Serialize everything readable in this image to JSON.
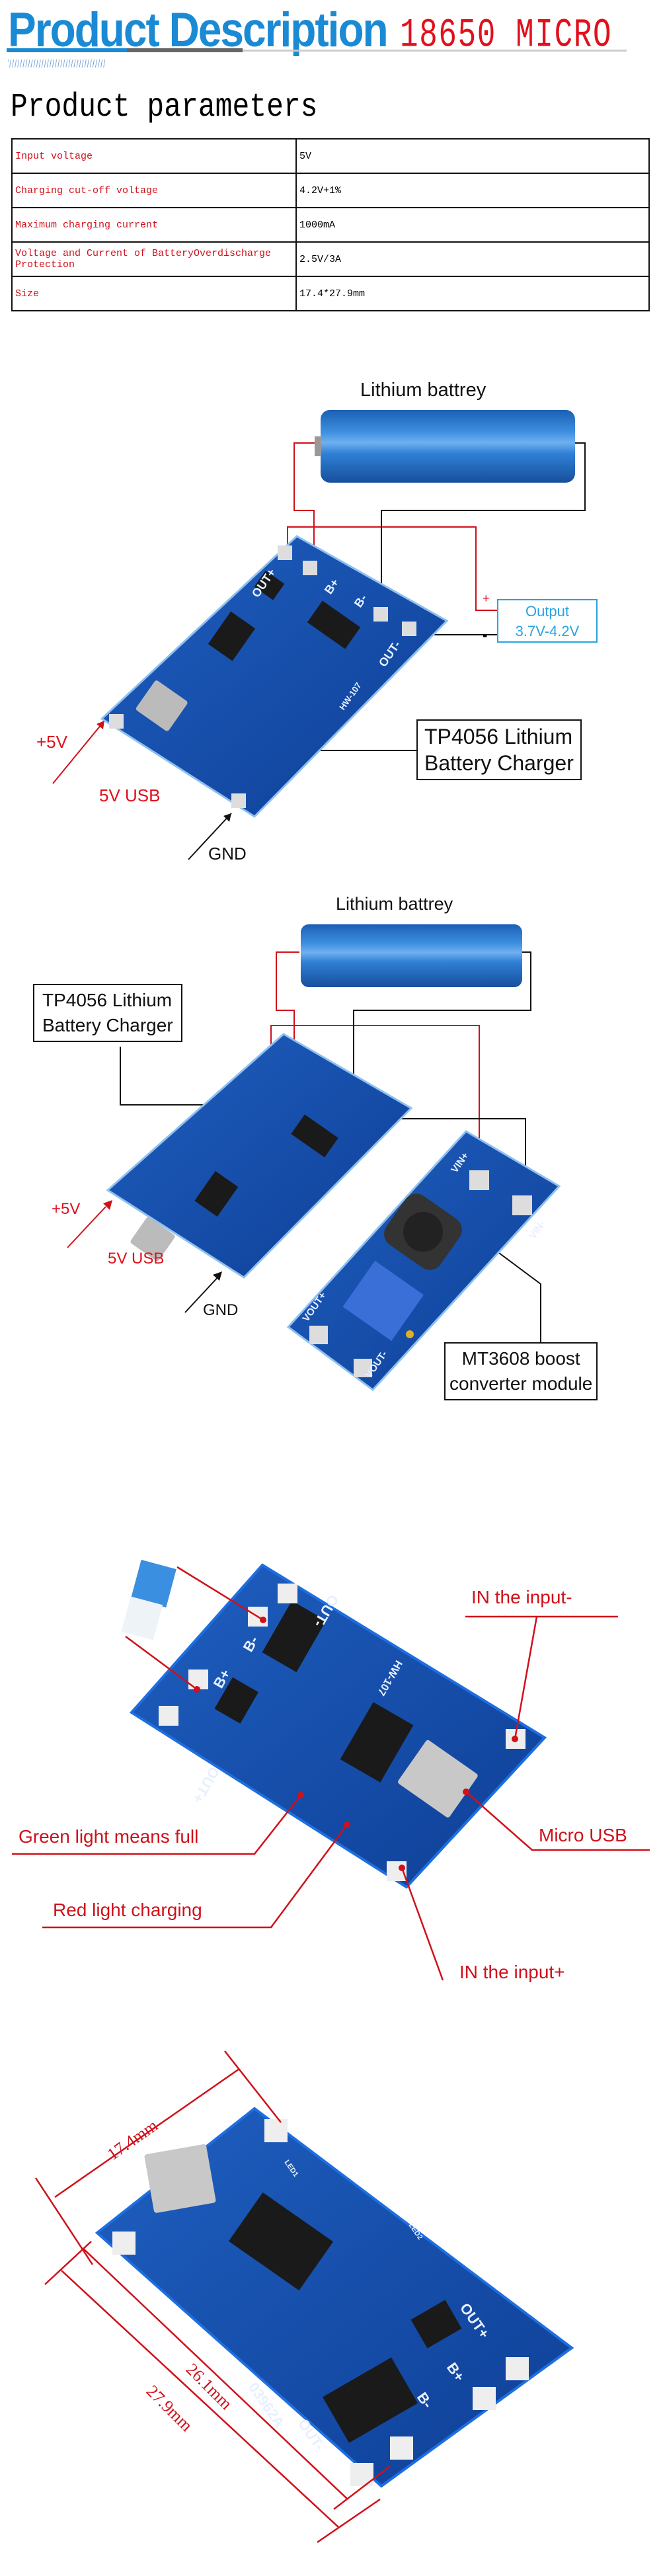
{
  "header": {
    "title": "Product Description",
    "model": "18650 MICRO",
    "colors": {
      "title": "#1a8ad4",
      "model": "#e0101c",
      "accent_bar": "#1a8ad4"
    }
  },
  "parameters": {
    "title": "Product parameters",
    "rows": [
      {
        "key": "Input voltage",
        "value": "5V"
      },
      {
        "key": "Charging cut-off voltage",
        "value": "4.2V+1%"
      },
      {
        "key": "Maximum charging current",
        "value": "1000mA"
      },
      {
        "key": "Voltage and Current of BatteryOverdischarge Protection",
        "value": "2.5V/3A"
      },
      {
        "key": "Size",
        "value": "17.4*27.9mm"
      }
    ]
  },
  "diagram1": {
    "battery_label": "Lithium battrey",
    "output_title": "Output",
    "output_range": "3.7V-4.2V",
    "plus": "+",
    "minus": "-",
    "charger_line1": "TP4056 Lithium",
    "charger_line2": "Battery Charger",
    "input_voltage": "+5V",
    "usb_label": "5V USB",
    "gnd_label": "GND",
    "pcb_labels": [
      "OUT+",
      "B+",
      "B-",
      "OUT-",
      "HW-107"
    ]
  },
  "diagram2": {
    "battery_label": "Lithium battrey",
    "charger_line1": "TP4056 Lithium",
    "charger_line2": "Battery Charger",
    "boost_line1": "MT3608 boost",
    "boost_line2": "converter module",
    "input_voltage": "+5V",
    "usb_label": "5V USB",
    "gnd_label": "GND",
    "boost_pins": [
      "VIN+",
      "VIN-",
      "VOUT+",
      "VOUT-"
    ]
  },
  "diagram3": {
    "in_minus": "IN the input-",
    "green_light": "Green  light means full",
    "red_light": "Red light charging",
    "micro_usb": "Micro USB",
    "in_plus": "IN the input+",
    "pcb_labels": [
      "B-",
      "B+",
      "OUT+",
      "OUT-",
      "HW-107"
    ]
  },
  "diagram4": {
    "width_dim": "17.4mm",
    "inner_length_dim": "26.1mm",
    "length_dim": "27.9mm",
    "pcb_labels": [
      "OUT+",
      "B+",
      "B-",
      "OUT-",
      "03962A",
      "LED1",
      "LED2"
    ]
  }
}
